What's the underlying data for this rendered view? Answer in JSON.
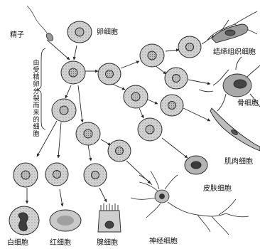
{
  "labels": {
    "sperm": "精子",
    "egg": "卵细胞",
    "connective": "结缔组织细胞",
    "bone": "骨细胞",
    "muscle": "肌肉细胞",
    "skin": "皮肤细胞",
    "nerve": "神经细胞",
    "white_blood": "白细胞",
    "red_blood": "红细胞",
    "gland": "腺细胞",
    "process": "由受精卵分裂而来的细胞"
  },
  "colors": {
    "ink": "#2a2a2a",
    "cell_fill": "#d9d9d9",
    "nucleus_fill": "#bdbdbd",
    "rbc_fill": "#cfcfcf"
  }
}
